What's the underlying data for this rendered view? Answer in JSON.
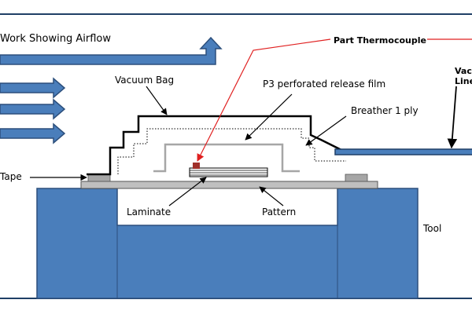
{
  "labels": {
    "title": "Work Showing Airflow",
    "vacuum_bag": "Vacuum Bag",
    "release_film": "P3 perforated release film",
    "breather": "Breather 1 ply",
    "thermocouple": "Part Thermocouple",
    "vacuum_line_1": "Vac",
    "vacuum_line_2": "Line",
    "tape": "Tape",
    "laminate": "Laminate",
    "pattern": "Pattern",
    "tool": "Tool"
  },
  "colors": {
    "tool_fill": "#4a7ebb",
    "tool_stroke": "#2c4f7c",
    "arrow_fill": "#4a7ebb",
    "thermocouple_line": "#e02020",
    "thermocouple_tip": "#a0302a",
    "pattern_fill": "#bfbfbf",
    "tape_fill": "#a6a6a6",
    "bag_line": "#000000",
    "release_line": "#a6a6a6"
  }
}
